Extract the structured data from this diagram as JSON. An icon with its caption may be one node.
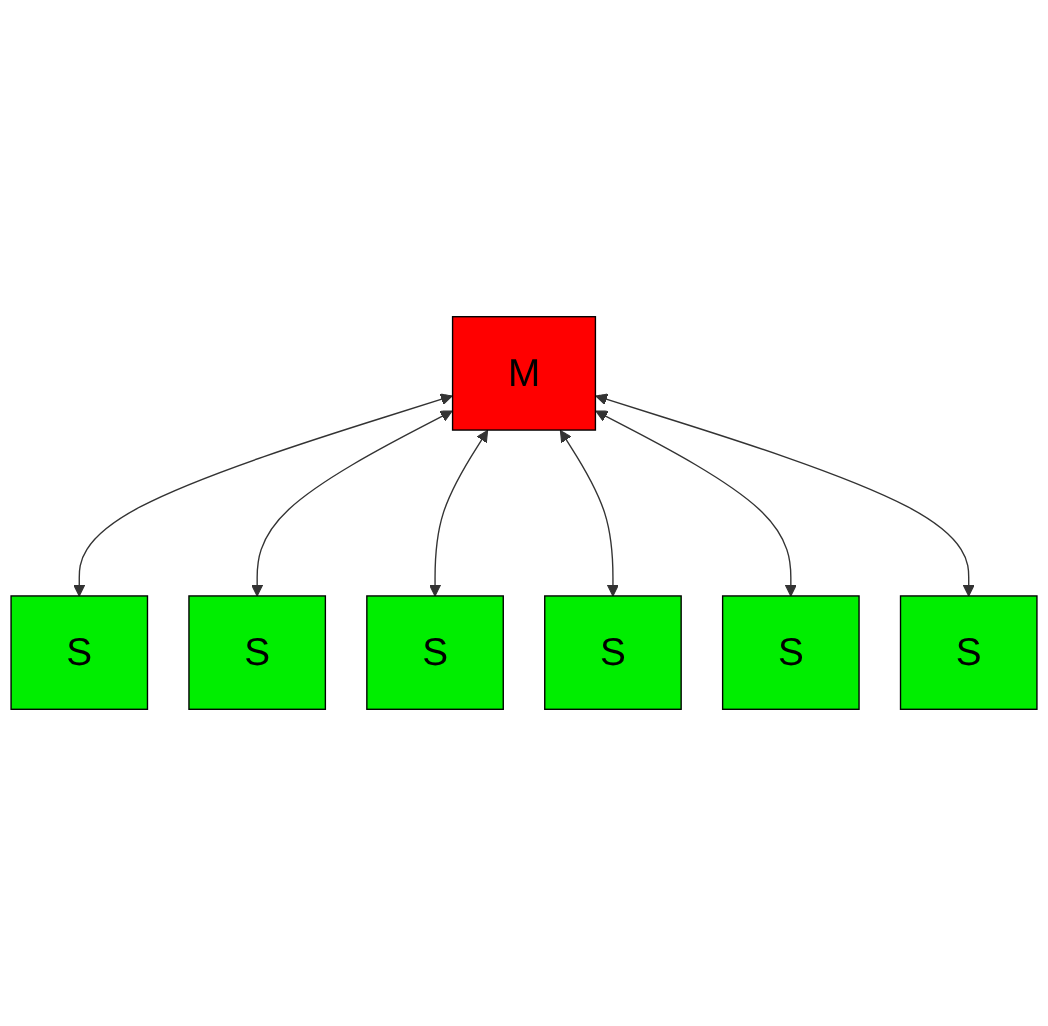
{
  "diagram": {
    "nodes": [
      {
        "text": [
          "M"
        ]
      },
      {
        "text": [
          "S"
        ]
      },
      {
        "text": [
          "S"
        ]
      },
      {
        "text": [
          "S"
        ]
      },
      {
        "text": [
          "S"
        ]
      },
      {
        "text": [
          "S"
        ]
      },
      {
        "text": [
          "S"
        ]
      }
    ],
    "edges": [
      {
        "from": 0,
        "to": 1,
        "arrow": "both"
      },
      {
        "from": 0,
        "to": 2,
        "arrow": "both"
      },
      {
        "from": 0,
        "to": 3,
        "arrow": "both"
      },
      {
        "from": 0,
        "to": 4,
        "arrow": "both"
      },
      {
        "from": 0,
        "to": 5,
        "arrow": "both"
      },
      {
        "from": 0,
        "to": 6,
        "arrow": "both"
      }
    ]
  }
}
